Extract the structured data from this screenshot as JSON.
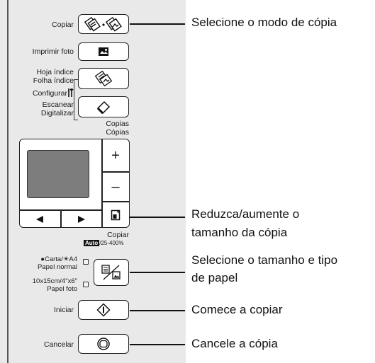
{
  "panel": {
    "copy_label": "Copiar",
    "print_photo_label": "Imprimir foto",
    "index_label_1": "Hoja índice",
    "index_label_2": "Folha índice",
    "setup_label": "Configurar",
    "scan_label_1": "Escanear",
    "scan_label_2": "Digitalizar",
    "copies_label_1": "Copias",
    "copies_label_2": "Cópias",
    "plus_label": "+",
    "minus_label": "–",
    "copy_size_label": "Copiar",
    "auto_badge": "Auto",
    "zoom_range": "/25-400%",
    "paper_letter_label": "●Carta/☀A4",
    "paper_plain_label": "Papel normal",
    "paper_photo_size_label": "10x15cm/4\"x6\"",
    "paper_photo_label": "Papel foto",
    "start_label": "Iniciar",
    "cancel_label": "Cancelar"
  },
  "callouts": {
    "copy_mode": "Selecione o modo de cópia",
    "reduce_enlarge_1": "Reduzca/aumente o",
    "reduce_enlarge_2": "tamanho da cópia",
    "paper_type_1": "Selecione o tamanho e tipo",
    "paper_type_2": "de papel",
    "start_copy": "Comece a copiar",
    "cancel_copy": "Cancele a cópia"
  }
}
